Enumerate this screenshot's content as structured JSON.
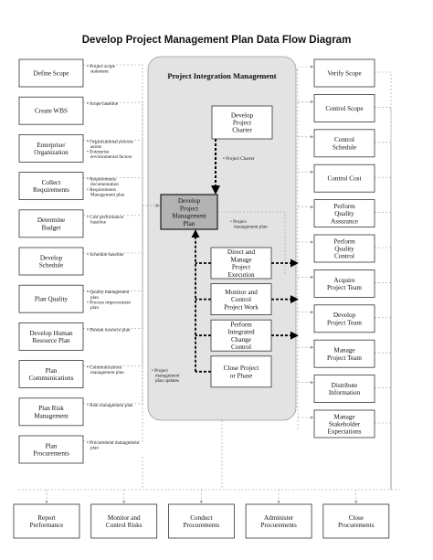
{
  "title": "Develop Project Management Plan Data Flow Diagram",
  "integration_area": {
    "title": "Project Integration Management"
  },
  "central_process": {
    "label": "Develop Project Management Plan"
  },
  "charter": {
    "label": "Develop Project Charter",
    "output_note": "• Project Charter"
  },
  "central_output_note": "• Project management plan",
  "left_inputs": [
    {
      "label": "Define Scope",
      "note": "• Project scope statement"
    },
    {
      "label": "Create WBS",
      "note": "• Scope baseline"
    },
    {
      "label": "Enterprise/ Organization",
      "note": "• Organizational process assets • Enterprise environmental factors"
    },
    {
      "label": "Collect Requirements",
      "note": "• Requirements documentation • Requirements Management plan"
    },
    {
      "label": "Determine Budget",
      "note": "• Cost performance baseline"
    },
    {
      "label": "Develop Schedule",
      "note": "• Schedule baseline"
    },
    {
      "label": "Plan Quality",
      "note": "• Quality management plan • Process improvement plan"
    },
    {
      "label": "Develop Human Resource Plan",
      "note": "• Human resource plan"
    },
    {
      "label": "Plan Communications",
      "note": "• Communications management plan"
    },
    {
      "label": "Plan Risk Management",
      "note": "• Risk management plan"
    },
    {
      "label": "Plan Procurements",
      "note": "• Procurement management plan"
    }
  ],
  "updates_note": "• Project management plan updates",
  "inner_processes": [
    {
      "label": "Direct and Manage Project Execution"
    },
    {
      "label": "Monitor and Control Project Work"
    },
    {
      "label": "Perform Integrated Change Control"
    },
    {
      "label": "Close Project or Phase"
    }
  ],
  "right_outputs": [
    {
      "label": "Verify Scope"
    },
    {
      "label": "Control Scope"
    },
    {
      "label": "Control Schedule"
    },
    {
      "label": "Control Cost"
    },
    {
      "label": "Perform Quality Assurance"
    },
    {
      "label": "Perform Quality Control"
    },
    {
      "label": "Acquire Project Team"
    },
    {
      "label": "Develop Project Team"
    },
    {
      "label": "Manage Project Team"
    },
    {
      "label": "Distribute Information"
    },
    {
      "label": "Manage Stakeholder Expectations"
    }
  ],
  "bottom_outputs": [
    {
      "label": "Report Performance"
    },
    {
      "label": "Monitor and Control Risks"
    },
    {
      "label": "Conduct Procurements"
    },
    {
      "label": "Administer Procurements"
    },
    {
      "label": "Close Procurements"
    }
  ],
  "colors": {
    "box_border": "#333333",
    "central_fill": "#b3b3b3",
    "integration_fill": "#e3e3e3",
    "dashed_line": "#9a9a9a",
    "arrow_dark": "#000000"
  }
}
